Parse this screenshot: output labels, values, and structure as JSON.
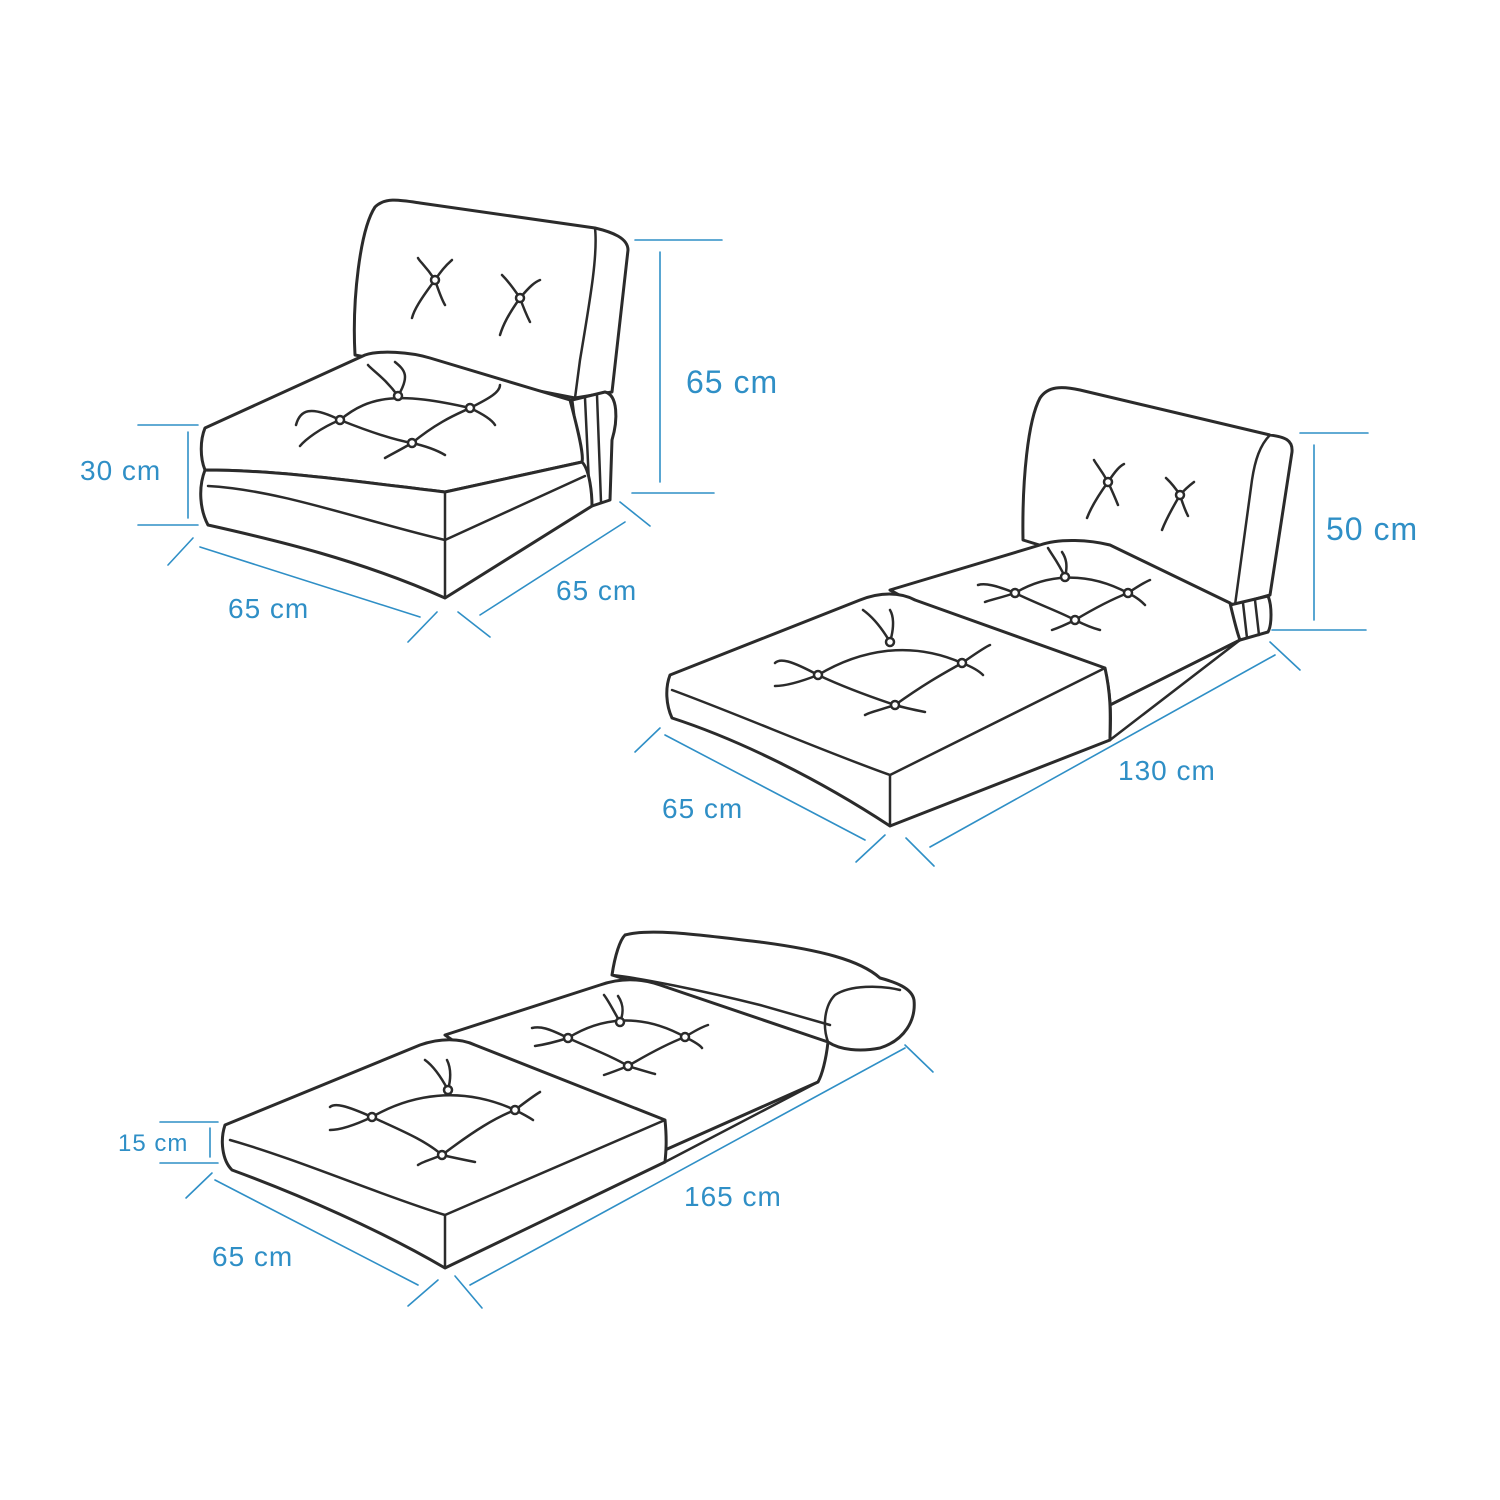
{
  "colors": {
    "dimension": "#2f8fc6",
    "outline": "#2b2b2b",
    "background": "#ffffff"
  },
  "views": [
    {
      "name": "chair",
      "dimensions": {
        "height": "65 cm",
        "seat_height": "30 cm",
        "width": "65 cm",
        "depth": "65 cm"
      }
    },
    {
      "name": "lounger",
      "dimensions": {
        "back_height": "50 cm",
        "width": "65 cm",
        "length": "130 cm"
      }
    },
    {
      "name": "bed",
      "dimensions": {
        "thickness": "15 cm",
        "width": "65 cm",
        "length": "165 cm"
      }
    }
  ]
}
